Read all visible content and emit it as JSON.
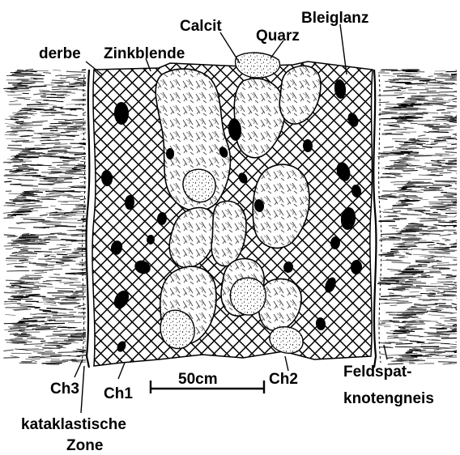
{
  "labels": {
    "derbe": "derbe",
    "zinkblende": "Zinkblende",
    "calcit": "Calcit",
    "quarz": "Quarz",
    "bleiglanz": "Bleiglanz",
    "ch3": "Ch3",
    "ch1": "Ch1",
    "scale": "50cm",
    "ch2": "Ch2",
    "feldspat": "Feldspat-",
    "knotengneis": "knotengneis",
    "kataklastische": "kataklastische",
    "zone": "Zone"
  },
  "colors": {
    "ink": "#000000",
    "paper": "#ffffff"
  }
}
